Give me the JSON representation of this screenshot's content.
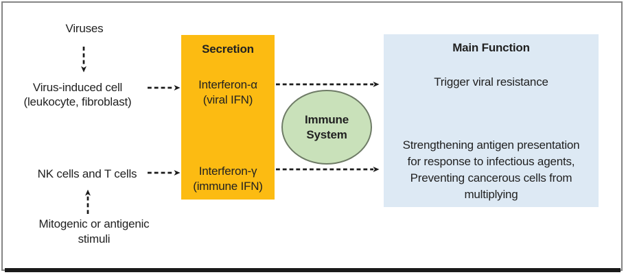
{
  "diagram": {
    "left_column": {
      "viruses": "Viruses",
      "virus_induced_cell_line1": "Virus-induced cell",
      "virus_induced_cell_line2": "(leukocyte, fibroblast)",
      "nk_cells": "NK cells and T cells",
      "stimuli_line1": "Mitogenic or antigenic",
      "stimuli_line2": "stimuli"
    },
    "secretion_box": {
      "title": "Secretion",
      "interferon_alpha": "Interferon-α",
      "interferon_alpha_sub": "(viral IFN)",
      "interferon_gamma": "Interferon-γ",
      "interferon_gamma_sub": "(immune IFN)"
    },
    "immune_system": {
      "line1": "Immune",
      "line2": "System"
    },
    "main_function_box": {
      "title": "Main Function",
      "function_alpha": "Trigger viral resistance",
      "function_gamma_lines": [
        "Strengthening antigen presentation",
        "for response to infectious agents,",
        "Preventing cancerous cells from",
        "multiplying"
      ]
    }
  },
  "colors": {
    "secretion_fill": "#FCBB12",
    "immune_fill": "#C9E1BA",
    "immune_border": "#6E7B66",
    "main_fill": "#DDE9F4",
    "text": "#212121",
    "arrow": "#1A1A1A",
    "frame_border": "#848484",
    "bottom_bar": "#1A1A1A"
  }
}
